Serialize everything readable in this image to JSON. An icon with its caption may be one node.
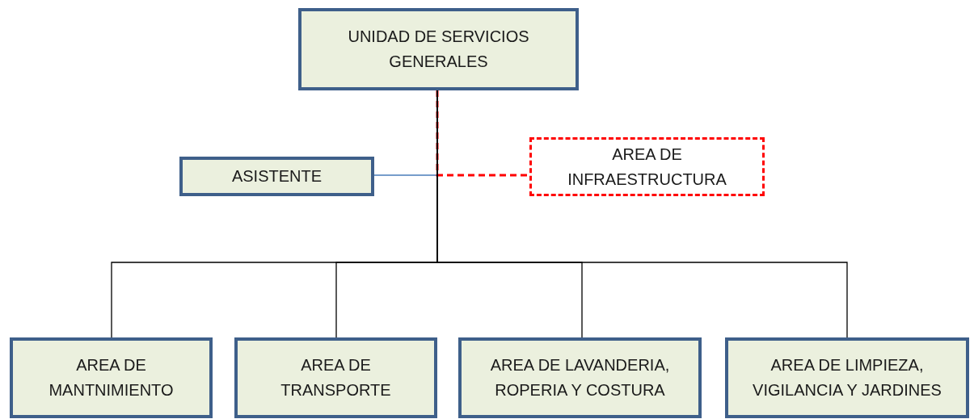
{
  "diagram": {
    "nodes": [
      {
        "text": [
          "UNIDAD DE SERVICIOS GENERALES"
        ]
      },
      {
        "text": [
          "ASISTENTE"
        ]
      },
      {
        "text": [
          "AREA DE INFRAESTRUCTURA"
        ]
      },
      {
        "text": [
          "AREA DE MANTNIMIENTO"
        ]
      },
      {
        "text": [
          "AREA DE TRANSPORTE"
        ]
      },
      {
        "text": [
          "AREA DE LAVANDERIA, ROPERIA Y COSTURA"
        ]
      },
      {
        "text": [
          "AREA DE LIMPIEZA, VIGILANCIA  Y JARDINES"
        ]
      }
    ],
    "edges": [
      {
        "from": 0,
        "to": 1,
        "arrow": "none",
        "color": "#4a7ebb"
      },
      {
        "from": 0,
        "to": 2,
        "arrow": "none",
        "style": "dashed",
        "color": "#ff0000"
      },
      {
        "from": 0,
        "to": 3,
        "arrow": "none"
      },
      {
        "from": 0,
        "to": 4,
        "arrow": "none"
      },
      {
        "from": 0,
        "to": 5,
        "arrow": "none"
      },
      {
        "from": 0,
        "to": 6,
        "arrow": "none"
      }
    ]
  }
}
